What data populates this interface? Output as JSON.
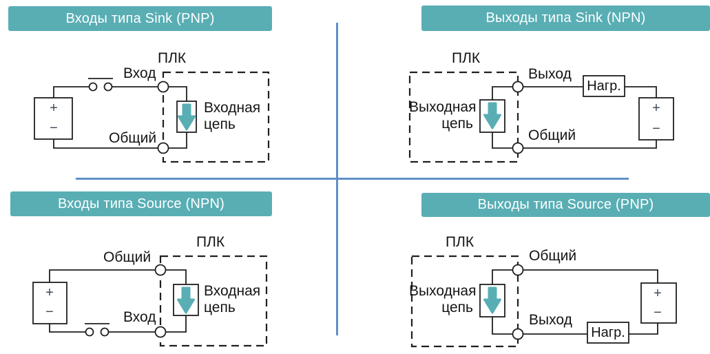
{
  "title_bars": {
    "top_left": "Входы типа Sink (PNP)",
    "top_right": "Выходы типа Sink (NPN)",
    "bottom_left": "Входы типа Source (NPN)",
    "bottom_right": "Выходы типа Source (PNP)"
  },
  "labels": {
    "plc": "ПЛК",
    "input": "Вход",
    "output": "Выход",
    "common": "Общий",
    "load": "Нагр.",
    "input_circuit_line1": "Входная",
    "input_circuit_line2": "цепь",
    "output_circuit_line1": "Выходная",
    "output_circuit_line2": "цепь"
  },
  "symbols": {
    "plus": "+",
    "minus": "−"
  },
  "colors": {
    "header_bg": "#59aeb4",
    "header_text": "#ffffff",
    "arrow": "#59aeb4",
    "wire": "#1f1f1f",
    "divider": "#5e8fc6",
    "battery_symbol": "#3f4a57"
  }
}
